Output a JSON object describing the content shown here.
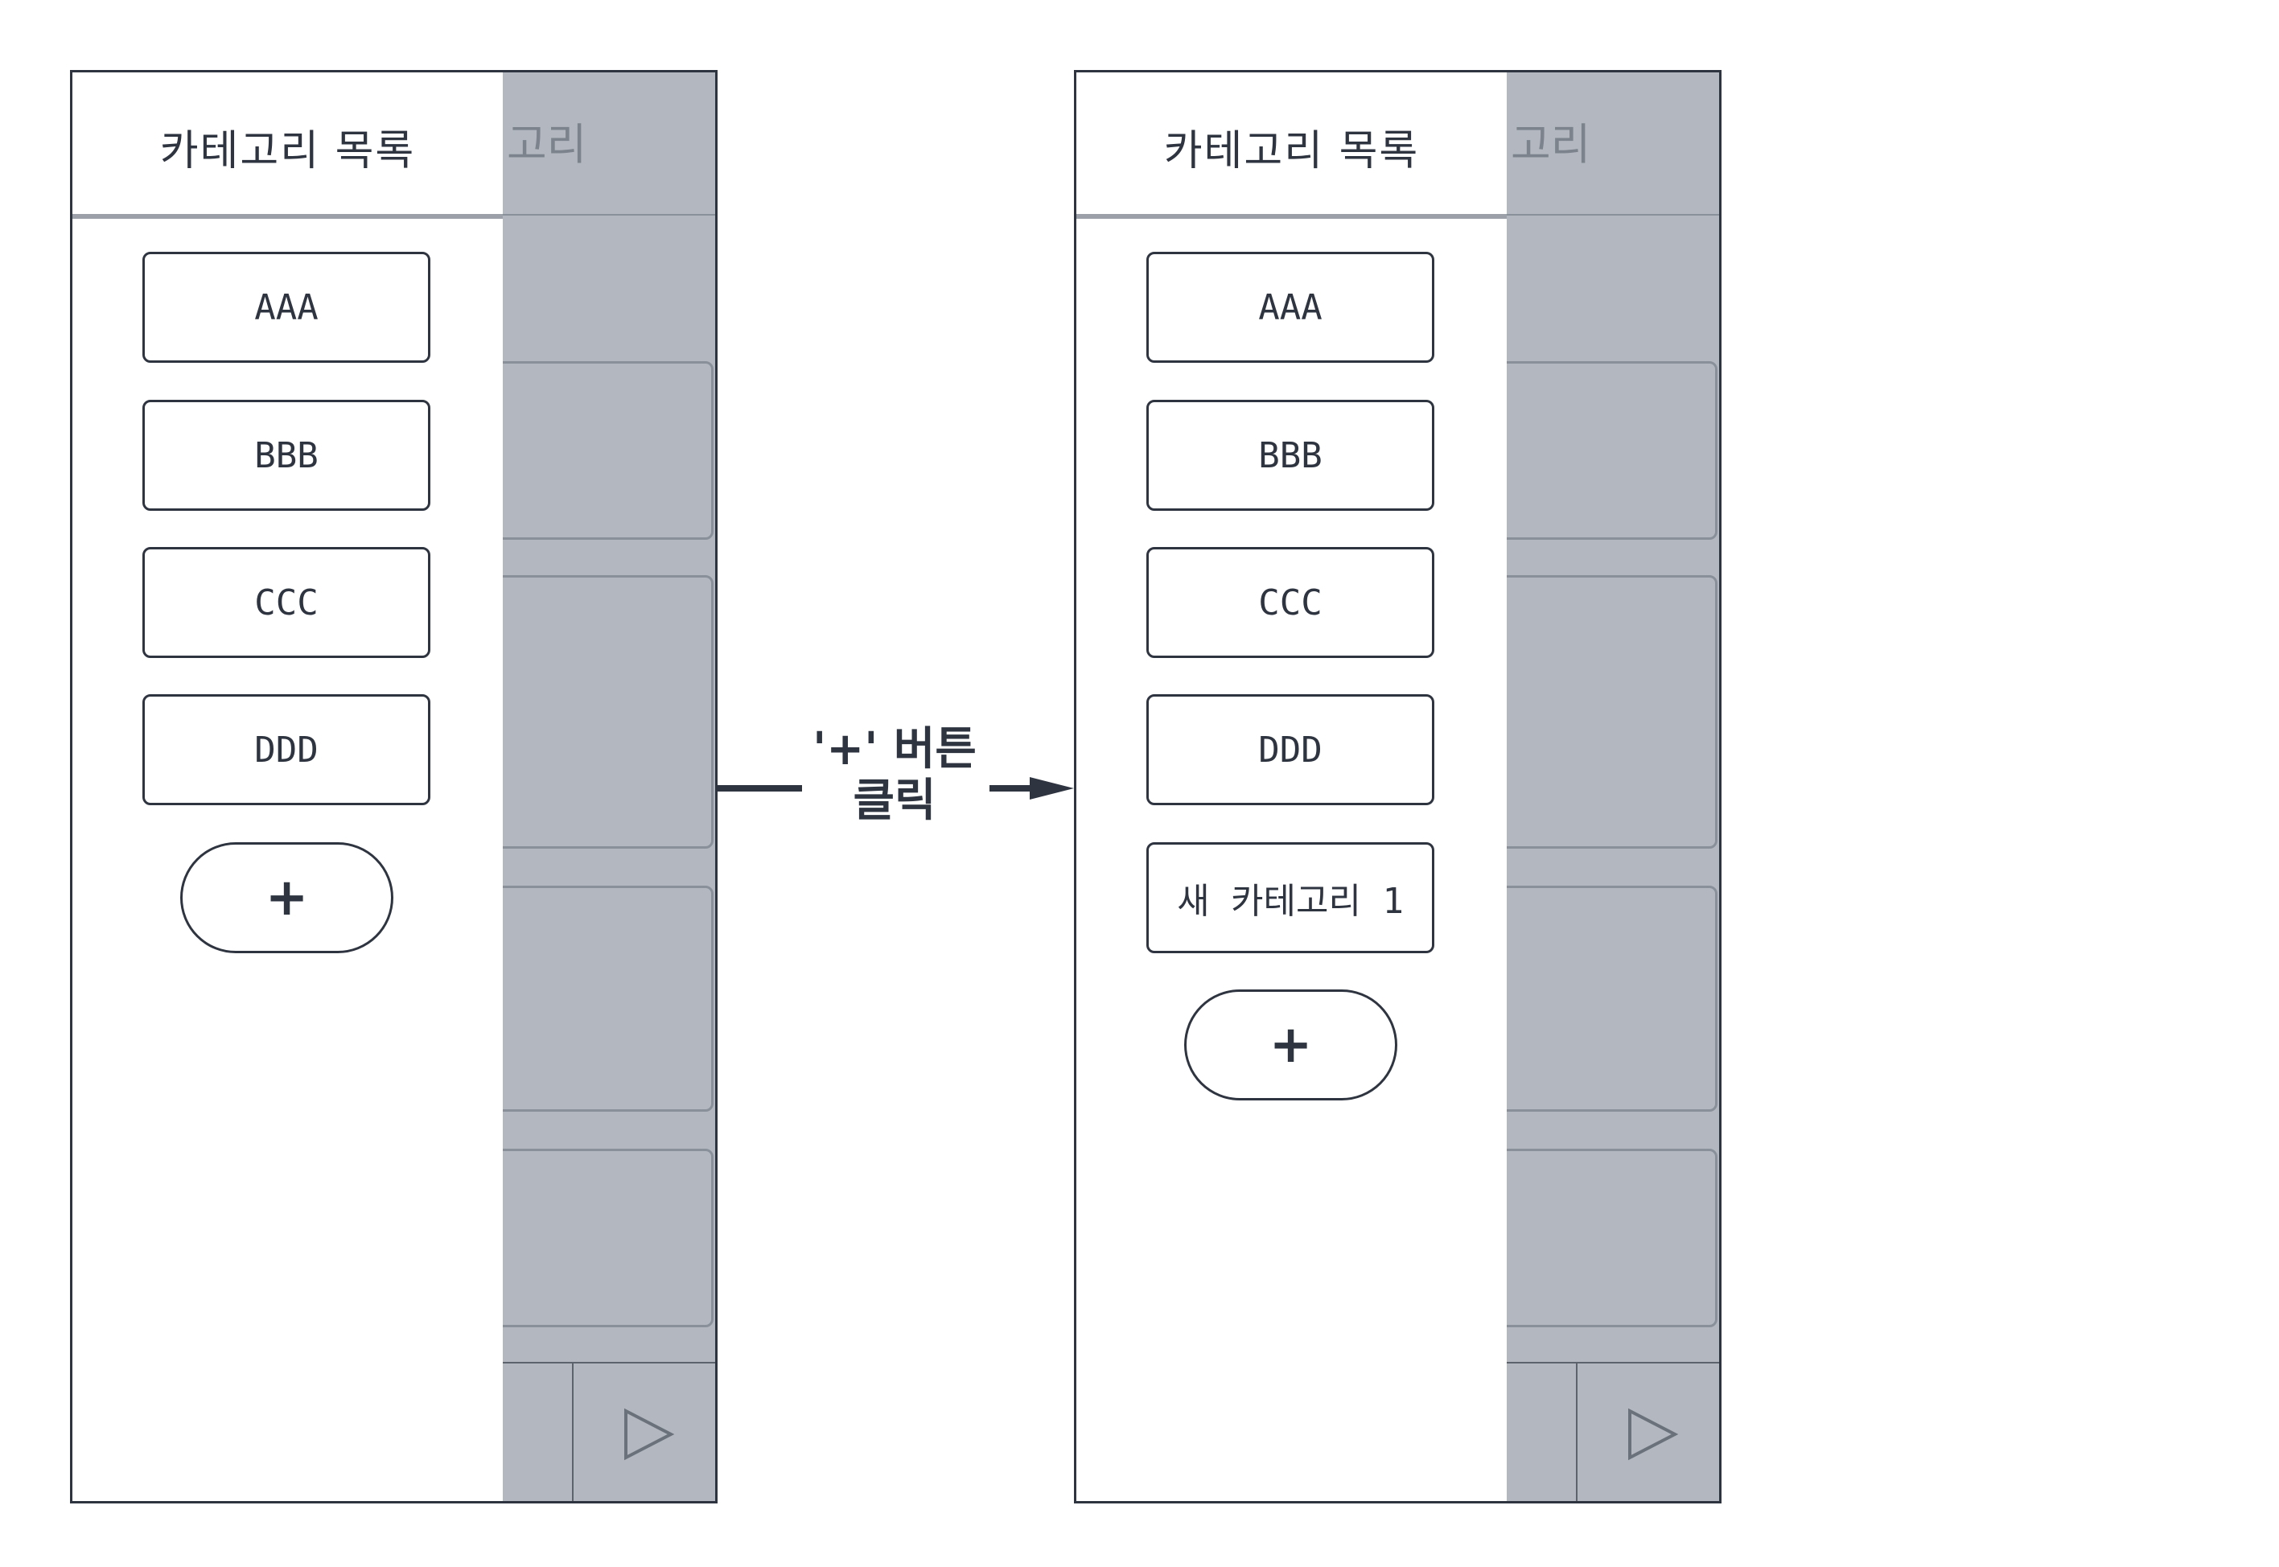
{
  "colors": {
    "stroke": "#2f3540",
    "overlay_gray": "#b3b8c0",
    "muted_text": "#7d838c",
    "drawer_bg": "#ffffff"
  },
  "before": {
    "background_title": "고리",
    "drawer_title": "카테고리 목록",
    "categories": [
      "AAA",
      "BBB",
      "CCC",
      "DDD"
    ],
    "add_button_label": "+",
    "send_icon": "play-triangle-icon"
  },
  "after": {
    "background_title": "고리",
    "drawer_title": "카테고리 목록",
    "categories": [
      "AAA",
      "BBB",
      "CCC",
      "DDD",
      "새 카테고리 1"
    ],
    "add_button_label": "+",
    "send_icon": "play-triangle-icon"
  },
  "transition": {
    "line1": "'+' 버튼",
    "line2": "클릭"
  }
}
